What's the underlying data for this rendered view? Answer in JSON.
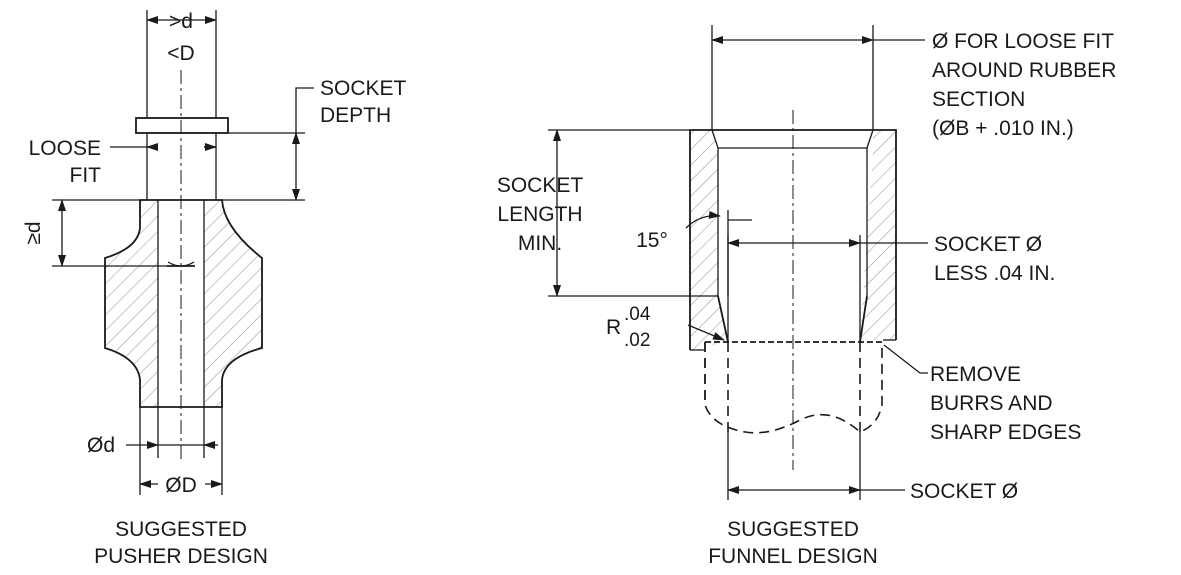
{
  "pusher": {
    "top_dim": [
      ">d",
      "<D"
    ],
    "socket_depth": [
      "SOCKET",
      "DEPTH"
    ],
    "loose_fit": [
      "LOOSE",
      "FIT"
    ],
    "ge_d": "≥d",
    "dia_d": "Ød",
    "dia_D": "ØD",
    "caption": [
      "SUGGESTED",
      "PUSHER DESIGN"
    ]
  },
  "funnel": {
    "loose_fit_dia": [
      "Ø FOR LOOSE FIT",
      "AROUND RUBBER",
      "SECTION",
      "(ØB + .010 IN.)"
    ],
    "socket_length": [
      "SOCKET",
      "LENGTH",
      "MIN."
    ],
    "angle": "15°",
    "socket_dia_less": [
      "SOCKET Ø",
      "LESS .04 IN."
    ],
    "radius_prefix": "R",
    "radius_upper": ".04",
    "radius_lower": ".02",
    "remove_burrs": [
      "REMOVE",
      "BURRS AND",
      "SHARP EDGES"
    ],
    "socket_dia": "SOCKET Ø",
    "caption": [
      "SUGGESTED",
      "FUNNEL DESIGN"
    ]
  }
}
